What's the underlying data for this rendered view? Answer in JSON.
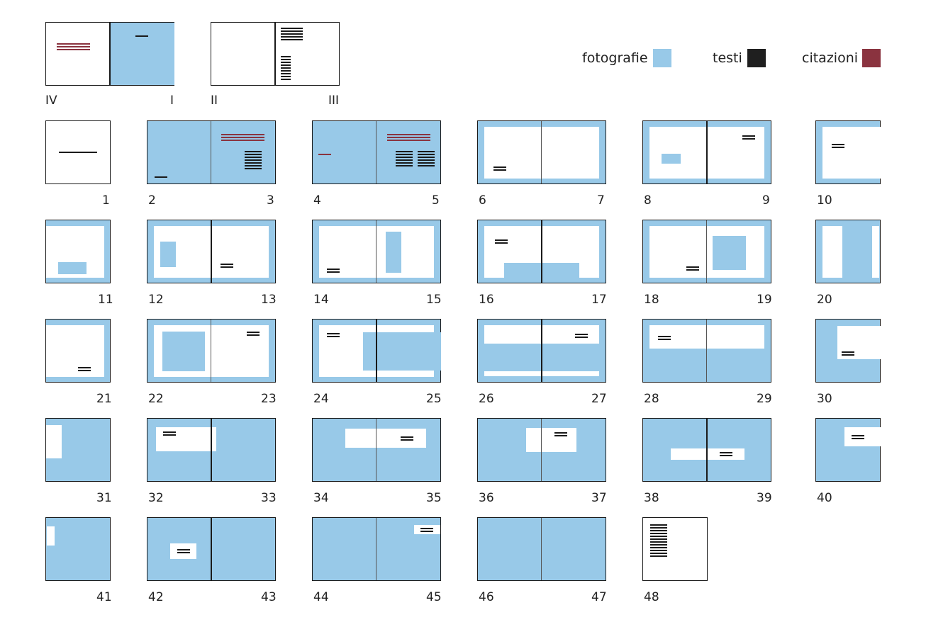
{
  "legend": {
    "photos": {
      "label": "fotografie",
      "color": "#98c9e8"
    },
    "texts": {
      "label": "testi",
      "color": "#1f1f1f"
    },
    "quotes": {
      "label": "citazioni",
      "color": "#8a333f"
    }
  },
  "cover": [
    {
      "left_label": "IV",
      "right_label": "I"
    },
    {
      "left_label": "II",
      "right_label": "III"
    }
  ],
  "pages": {
    "p1": "1",
    "p2": "2",
    "p3": "3",
    "p4": "4",
    "p5": "5",
    "p6": "6",
    "p7": "7",
    "p8": "8",
    "p9": "9",
    "p10": "10",
    "p11": "11",
    "p12": "12",
    "p13": "13",
    "p14": "14",
    "p15": "15",
    "p16": "16",
    "p17": "17",
    "p18": "18",
    "p19": "19",
    "p20": "20",
    "p21": "21",
    "p22": "22",
    "p23": "23",
    "p24": "24",
    "p25": "25",
    "p26": "26",
    "p27": "27",
    "p28": "28",
    "p29": "29",
    "p30": "30",
    "p31": "31",
    "p32": "32",
    "p33": "33",
    "p34": "34",
    "p35": "35",
    "p36": "36",
    "p37": "37",
    "p38": "38",
    "p39": "39",
    "p40": "40",
    "p41": "41",
    "p42": "42",
    "p43": "43",
    "p44": "44",
    "p45": "45",
    "p46": "46",
    "p47": "47",
    "p48": "48"
  }
}
